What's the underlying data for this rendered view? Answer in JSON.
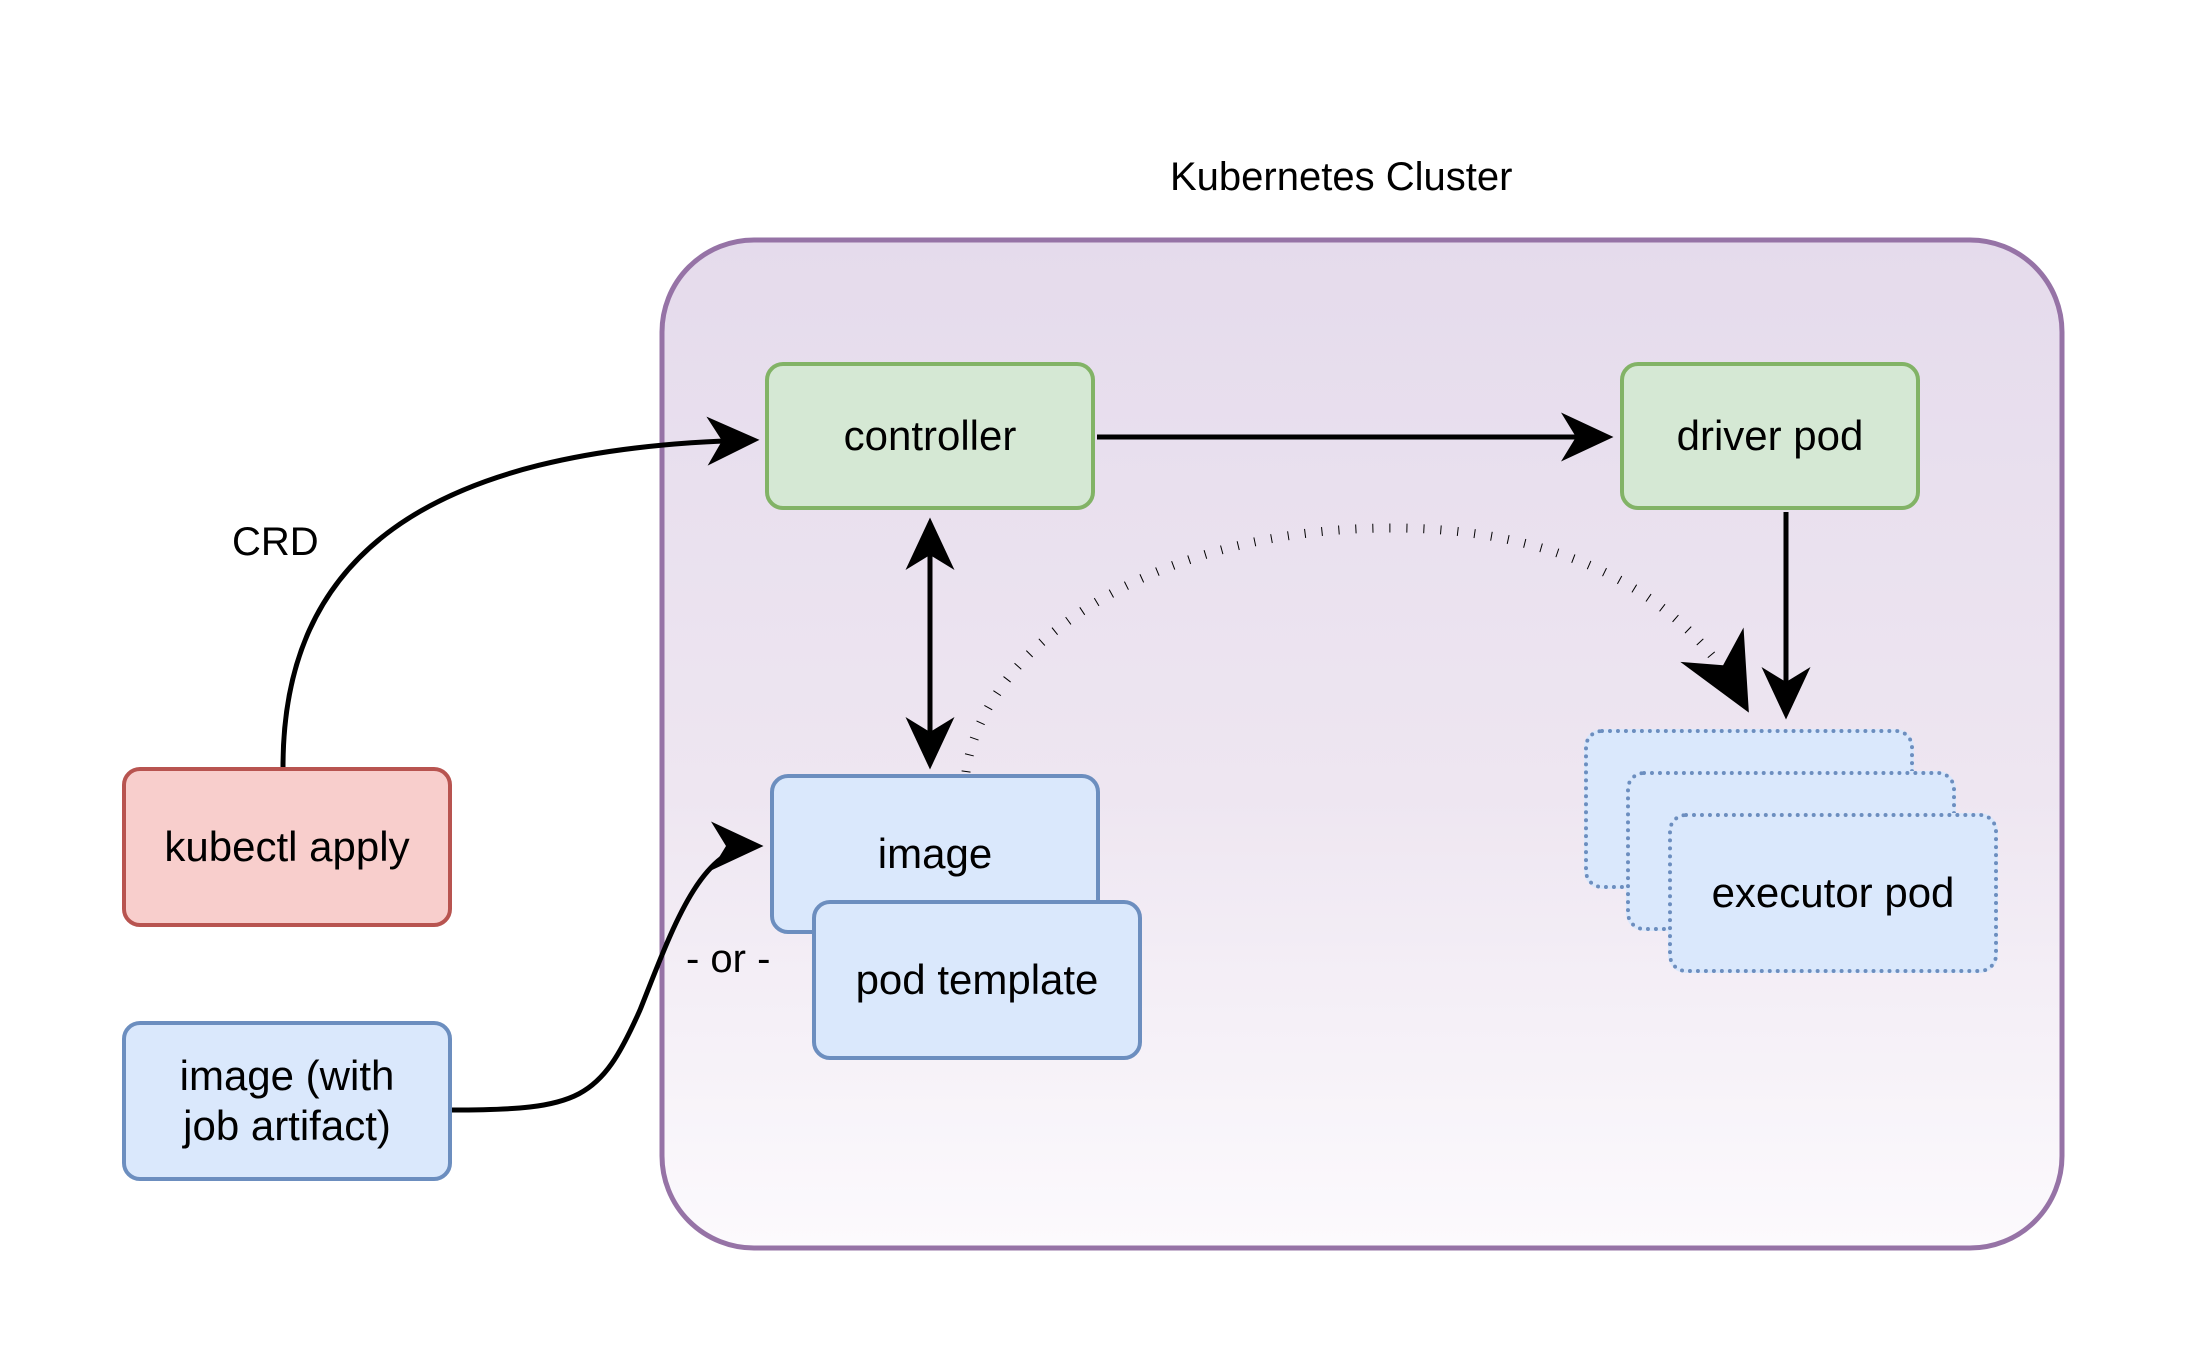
{
  "diagram": {
    "title": "Kubernetes Cluster",
    "background_color": "#ffffff",
    "cluster": {
      "label": "Kubernetes Cluster",
      "border_color": "#9673a6",
      "fill_top_color": "#e6dced",
      "fill_bottom_color": "#fbf8fc"
    },
    "palette": {
      "green_fill": "#d5e8d4",
      "green_stroke": "#82b366",
      "red_fill": "#f8cecc",
      "red_stroke": "#b85450",
      "blue_fill": "#dae8fc",
      "blue_stroke": "#6c8ebf",
      "edge_color": "#000000"
    },
    "nodes": [
      {
        "id": "kubectl-apply",
        "label": "kubectl apply",
        "style": "red",
        "inside_cluster": false
      },
      {
        "id": "image-artifact",
        "label": "image (with\njob artifact)",
        "style": "blue",
        "inside_cluster": false
      },
      {
        "id": "controller",
        "label": "controller",
        "style": "green",
        "inside_cluster": true
      },
      {
        "id": "driver-pod",
        "label": "driver pod",
        "style": "green",
        "inside_cluster": true
      },
      {
        "id": "image",
        "label": "image",
        "style": "blue",
        "inside_cluster": true
      },
      {
        "id": "pod-template",
        "label": "pod template",
        "style": "blue",
        "inside_cluster": true
      },
      {
        "id": "executor-pod-1",
        "label": "executor pod",
        "style": "bluedot",
        "inside_cluster": true
      },
      {
        "id": "executor-pod-2",
        "label": "executor pod",
        "style": "bluedot",
        "inside_cluster": true
      },
      {
        "id": "executor-pod-3",
        "label": "executor pod",
        "style": "bluedot",
        "inside_cluster": true
      }
    ],
    "edge_labels": {
      "crd": "CRD",
      "or": "- or -"
    },
    "edges": [
      {
        "from": "kubectl-apply",
        "to": "controller",
        "label": "CRD",
        "style": "solid",
        "arrow": "single"
      },
      {
        "from": "controller",
        "to": "driver-pod",
        "label": "",
        "style": "solid",
        "arrow": "single"
      },
      {
        "from": "controller",
        "to": "image",
        "label": "",
        "style": "solid",
        "arrow": "double"
      },
      {
        "from": "image-artifact",
        "to": "image",
        "label": "",
        "style": "solid",
        "arrow": "single"
      },
      {
        "from": "image",
        "to": "executor-pod-1",
        "label": "",
        "style": "dotted",
        "arrow": "single"
      },
      {
        "from": "driver-pod",
        "to": "executor-pod-1",
        "label": "",
        "style": "solid",
        "arrow": "single"
      }
    ]
  }
}
